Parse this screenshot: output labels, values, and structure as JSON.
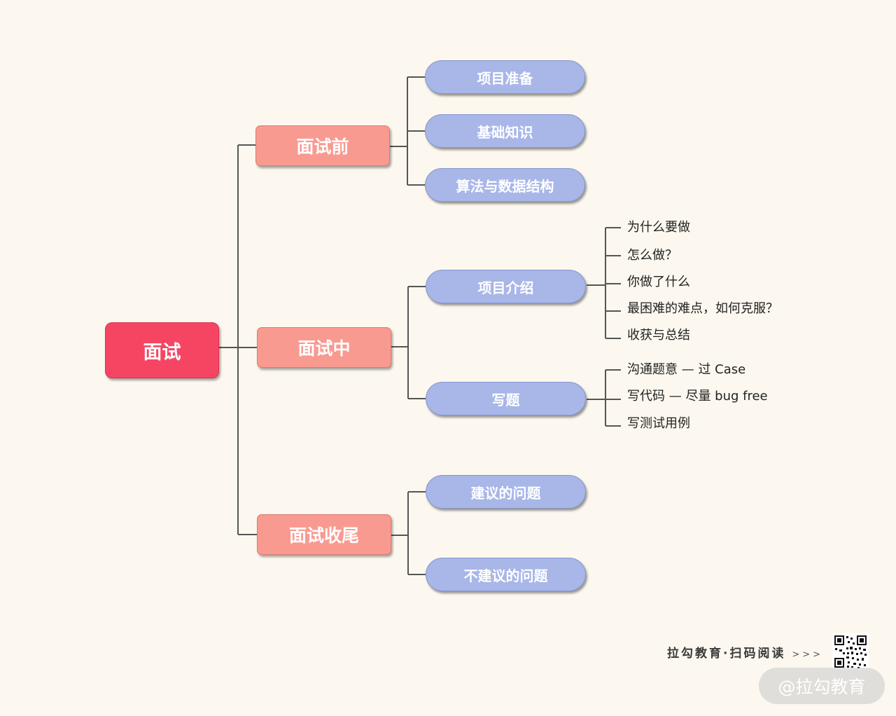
{
  "root": {
    "label": "面试"
  },
  "branches": [
    {
      "label": "面试前",
      "children": [
        {
          "label": "项目准备",
          "leaves": []
        },
        {
          "label": "基础知识",
          "leaves": []
        },
        {
          "label": "算法与数据结构",
          "leaves": []
        }
      ]
    },
    {
      "label": "面试中",
      "children": [
        {
          "label": "项目介绍",
          "leaves": [
            "为什么要做",
            "怎么做？",
            "你做了什么",
            "最困难的难点，如何克服？",
            "收获与总结"
          ]
        },
        {
          "label": "写题",
          "leaves": [
            "沟通题意 — 过 Case",
            "写代码 — 尽量 bug free",
            "写测试用例"
          ]
        }
      ]
    },
    {
      "label": "面试收尾",
      "children": [
        {
          "label": "建议的问题",
          "leaves": []
        },
        {
          "label": "不建议的问题",
          "leaves": []
        }
      ]
    }
  ],
  "footer": {
    "text": "拉勾教育·扫码阅读",
    "arrows": ">>>",
    "watermark": "@拉勾教育",
    "qr_icon": "qr-code-icon"
  },
  "colors": {
    "background": "#fcf8ef",
    "root": "#f64563",
    "level1": "#f99a91",
    "level2": "#a8b6e8",
    "connector": "#555555"
  }
}
